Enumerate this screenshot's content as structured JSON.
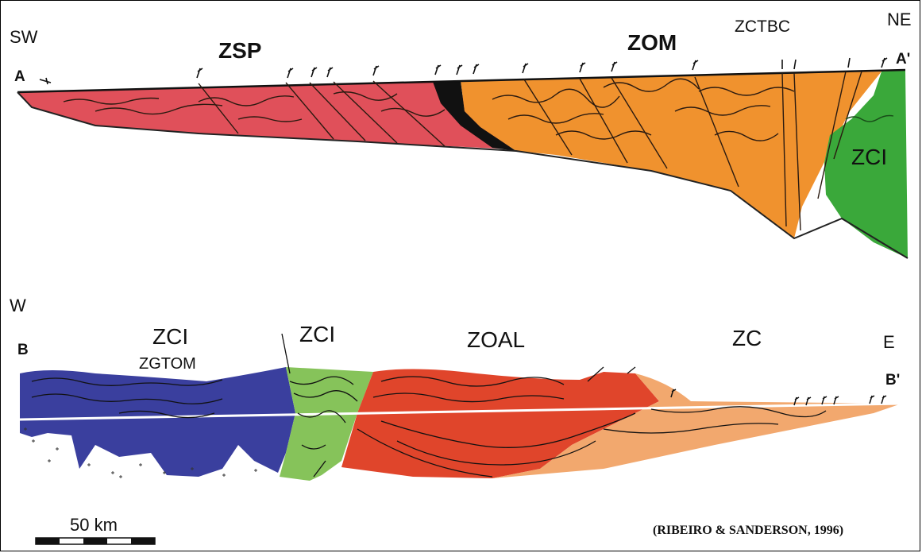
{
  "section_a": {
    "end_left_orient": "SW",
    "end_right_orient": "NE",
    "start_label": "A",
    "end_label": "A'",
    "zones": [
      "ZSP",
      "ZOM",
      "ZCTBC",
      "ZCI"
    ],
    "colors": {
      "zsp": "#e0505a",
      "black_band": "#111111",
      "zom": "#f0922e",
      "zci": "#3aa83a"
    }
  },
  "section_b": {
    "end_left_orient": "W",
    "end_right_orient": "E",
    "start_label": "B",
    "end_label": "B'",
    "zones": [
      "ZCI",
      "ZGTOM",
      "ZCI",
      "ZOAL",
      "ZC"
    ],
    "colors": {
      "zci_blue": "#3a3f9e",
      "zci_green": "#86c35a",
      "zoal": "#e0452b",
      "zc": "#f2a86e",
      "granite": "#ffffff"
    }
  },
  "scale_bar": {
    "label": "50 km"
  },
  "reference": "(RIBEIRO & SANDERSON, 1996)"
}
